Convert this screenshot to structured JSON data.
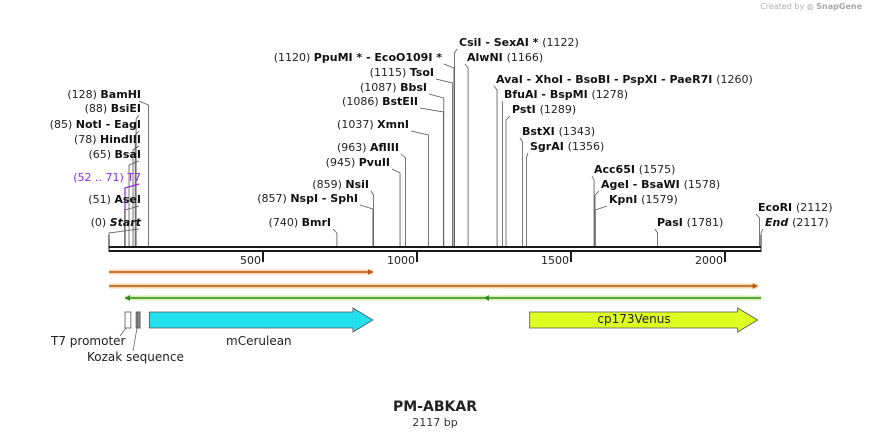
{
  "credit": {
    "prefix": "Created by",
    "brand": "SnapGene"
  },
  "title": "PM-ABKAR",
  "subtitle": "2117 bp",
  "sequence_length": 2117,
  "colors": {
    "backbone": "#1a1a1a",
    "enzyme_line": "#555555",
    "primer": "#8a2be2",
    "orf_fill": "#f7d7a8",
    "orf_stroke": "#b85a1a",
    "reverse_fill": "#d7f0a8",
    "reverse_stroke": "#2e8b2e",
    "mcerulean": "#22e0f0",
    "cp173venus": "#ddff22",
    "feature_stroke": "#555555"
  },
  "ticks": [
    {
      "pos": 500,
      "label": "500"
    },
    {
      "pos": 1000,
      "label": "1000"
    },
    {
      "pos": 1500,
      "label": "1500"
    },
    {
      "pos": 2000,
      "label": "2000"
    }
  ],
  "labels_left": [
    {
      "pos": 128,
      "num": "(128)",
      "name": "BamHI",
      "bold": true
    },
    {
      "pos": 88,
      "num": "(88)",
      "name": "BsiEI",
      "bold": true
    },
    {
      "pos": 85,
      "num": "(85)",
      "name": "NotI  - EagI",
      "bold": true
    },
    {
      "pos": 78,
      "num": "(78)",
      "name": "HindIII",
      "bold": true
    },
    {
      "pos": 65,
      "num": "(65)",
      "name": "BsaI",
      "bold": true
    },
    {
      "pos": 52,
      "num": "(52 .. 71)",
      "name": "T7",
      "bold": false,
      "primer": true
    },
    {
      "pos": 51,
      "num": "(51)",
      "name": "AseI",
      "bold": true
    },
    {
      "pos": 0,
      "num": "(0)",
      "name": "Start",
      "bold": true,
      "italic": true
    }
  ],
  "labels_mid": [
    {
      "pos": 1120,
      "num": "(1120)",
      "name": "PpuMI *  - EcoO109I *",
      "bold": true
    },
    {
      "pos": 1115,
      "num": "(1115)",
      "name": "TsoI",
      "bold": true
    },
    {
      "pos": 1087,
      "num": "(1087)",
      "name": "BbsI",
      "bold": true
    },
    {
      "pos": 1086,
      "num": "(1086)",
      "name": "BstEII",
      "bold": true
    },
    {
      "pos": 1037,
      "num": "(1037)",
      "name": "XmnI",
      "bold": true
    },
    {
      "pos": 963,
      "num": "(963)",
      "name": "AflIII",
      "bold": true
    },
    {
      "pos": 945,
      "num": "(945)",
      "name": "PvuII",
      "bold": true
    },
    {
      "pos": 859,
      "num": "(859)",
      "name": "NsiI",
      "bold": true
    },
    {
      "pos": 857,
      "num": "(857)",
      "name": "NspI  - SphI",
      "bold": true
    },
    {
      "pos": 740,
      "num": "(740)",
      "name": "BmrI",
      "bold": true
    }
  ],
  "labels_right": [
    {
      "pos": 1122,
      "num": "(1122)",
      "name": "CsiI  - SexAI *",
      "bold": true
    },
    {
      "pos": 1166,
      "num": "(1166)",
      "name": "AlwNI",
      "bold": true
    },
    {
      "pos": 1260,
      "num": "(1260)",
      "name": "AvaI  - XhoI  - BsoBI  - PspXI  - PaeR7I",
      "bold": true
    },
    {
      "pos": 1278,
      "num": "(1278)",
      "name": "BfuAI  - BspMI",
      "bold": true
    },
    {
      "pos": 1289,
      "num": "(1289)",
      "name": "PstI",
      "bold": true
    },
    {
      "pos": 1343,
      "num": "(1343)",
      "name": "BstXI",
      "bold": true
    },
    {
      "pos": 1356,
      "num": "(1356)",
      "name": "SgrAI",
      "bold": true
    },
    {
      "pos": 1575,
      "num": "(1575)",
      "name": "Acc65I",
      "bold": true
    },
    {
      "pos": 1578,
      "num": "(1578)",
      "name": "AgeI  - BsaWI",
      "bold": true
    },
    {
      "pos": 1579,
      "num": "(1579)",
      "name": "KpnI",
      "bold": true
    },
    {
      "pos": 1781,
      "num": "(1781)",
      "name": "PasI",
      "bold": true
    },
    {
      "pos": 2112,
      "num": "(2112)",
      "name": "EcoRI",
      "bold": true
    },
    {
      "pos": 2117,
      "num": "(2117)",
      "name": "End",
      "bold": true,
      "italic": true
    }
  ],
  "features": [
    {
      "name": "T7 promoter",
      "start": 52,
      "end": 71,
      "type": "small"
    },
    {
      "name": "Kozak sequence",
      "start": 88,
      "end": 97,
      "type": "small"
    },
    {
      "name": "mCerulean",
      "start": 131,
      "end": 857,
      "type": "arrow",
      "color": "#22e0f0"
    },
    {
      "name": "cp173Venus",
      "start": 1366,
      "end": 2106,
      "type": "arrow",
      "color": "#ddff22"
    }
  ],
  "orf_bars": [
    {
      "start": 0,
      "end": 857,
      "direction": "forward"
    },
    {
      "start": 0,
      "end": 2106,
      "direction": "forward"
    },
    {
      "start": 56,
      "end": 2117,
      "direction": "reverse"
    },
    {
      "start": 1221,
      "end": 2117,
      "direction": "reverse"
    }
  ]
}
